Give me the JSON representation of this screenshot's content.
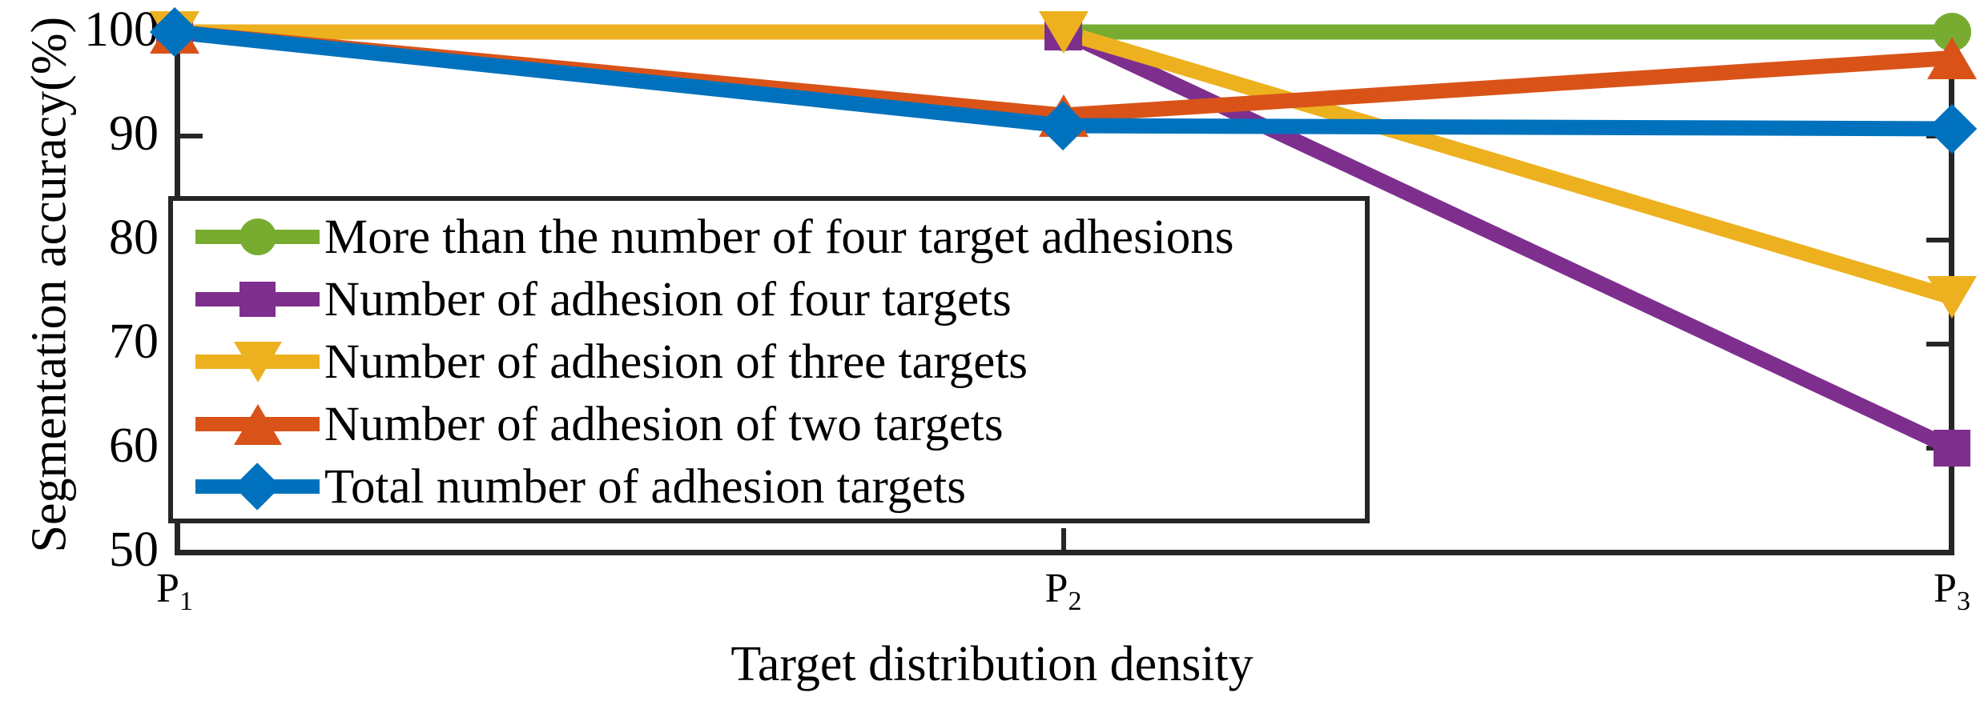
{
  "chart_data": {
    "type": "line",
    "title": "",
    "xlabel": "Target distribution density",
    "ylabel": "Segmentation accuracy(%)",
    "categories": [
      "P1",
      "P2",
      "P3"
    ],
    "category_labels": [
      {
        "base": "P",
        "sub": "1"
      },
      {
        "base": "P",
        "sub": "2"
      },
      {
        "base": "P",
        "sub": "3"
      }
    ],
    "ylim": [
      50,
      100
    ],
    "yticks": [
      100,
      90,
      80,
      70,
      60,
      50
    ],
    "ytick_labels": [
      "100",
      "90",
      "80",
      "70",
      "60",
      "50"
    ],
    "grid": false,
    "legend_position": "center-left-inside",
    "series": [
      {
        "name": "More than the number of four target adhesions",
        "color": "#77AC30",
        "marker": "circle",
        "values": [
          100,
          100,
          100
        ]
      },
      {
        "name": "Number of adhesion of four targets",
        "color": "#7E2F8E",
        "marker": "square",
        "values": [
          100,
          100,
          60
        ]
      },
      {
        "name": "Number of adhesion of three targets",
        "color": "#EDB120",
        "marker": "triangle-down",
        "values": [
          100,
          100,
          74.5
        ]
      },
      {
        "name": "Number of adhesion of two targets",
        "color": "#D95319",
        "marker": "triangle-up",
        "values": [
          100,
          92,
          97.5
        ]
      },
      {
        "name": "Total number of adhesion targets",
        "color": "#0072BD",
        "marker": "diamond",
        "values": [
          100,
          91,
          90.7
        ]
      }
    ]
  },
  "axis": {
    "y_title": "Segmentation accuracy(%)",
    "x_title": "Target distribution density"
  },
  "colors": {
    "green": "#77AC30",
    "purple": "#7E2F8E",
    "yellow": "#EDB120",
    "orange": "#D95319",
    "blue": "#0072BD",
    "axis": "#262626",
    "background": "#FFFFFF"
  }
}
